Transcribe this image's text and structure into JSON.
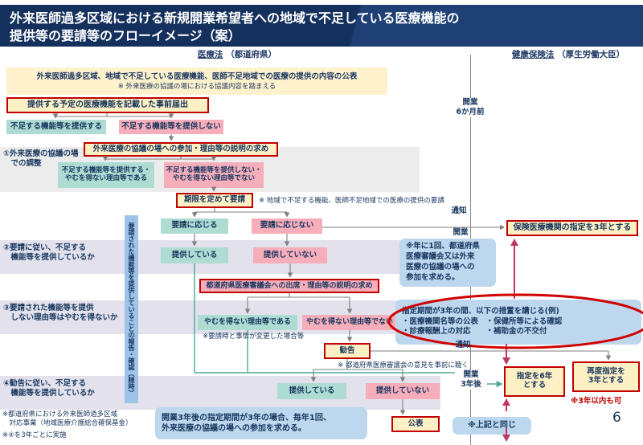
{
  "title": "外来医師過多区域における新規開業希望者への地域で不足している医療機能の\n提供等の要請等のフローイメージ（案）",
  "columns": {
    "left_law": "医療法",
    "left_authority": "（都道府県）",
    "right_law": "健康保険法",
    "right_authority": "（厚生労働大臣）"
  },
  "timeline": {
    "six_months_before": "開業\n6か月前",
    "notice1": "通知",
    "opening": "開業",
    "notice2": "通知",
    "three_years_after": "開業\n3年後"
  },
  "flow": {
    "publication": {
      "main": "外来医師過多区域、地域で不足している医療機能、医師不足地域での医療の提供の内容の公表",
      "note": "※ 外来医療の協議の場における協議内容を踏まえる"
    },
    "prior_notification": "提供する予定の医療機能を記載した事前届出",
    "provide_yes": "不足する機能等を提供する",
    "provide_no": "不足する機能等を提供しない",
    "participation_request": "外来医療の協議の場への参加・理由等の説明の求め",
    "section1": {
      "label": "①外来医療の協議の場\n　での調整",
      "yes": "不足する機能等を提供する・\nやむを得ない理由等である",
      "no": "不足する機能等を提供しない・\nやむを得ない理由等でない"
    },
    "deadline_request": {
      "label": "期限を定めて要請",
      "note": "※ 地域で不足する機能、医師不足地域での医療の提供の要請"
    },
    "accept_yes": "要請に応じる",
    "accept_no": "要請に応じない",
    "report_strip": "要請された機能等を提供していることの報告・確認（随時）",
    "section2": {
      "label": "②要請に従い、不足する\n　機能等を提供しているか",
      "yes": "提供している",
      "no": "提供していない"
    },
    "council_request": "都道府県医療審議会への出席・理由等の説明の求め",
    "section3": {
      "label": "③要請された機能等を提供\n　しない理由等はやむを得ないか",
      "yes": "やむを得ない理由等である",
      "yes_note": "※要請時と事情が変更した場合等",
      "no": "やむを得ない理由等でない"
    },
    "recommendation": {
      "label": "勧告",
      "note": "※ 都道府県医療審議会の意見を事前に聴く"
    },
    "section4": {
      "label": "④勧告に従い、不足する\n　機能等を提供しているか",
      "yes": "提供している",
      "no": "提供していない"
    },
    "publication2": "公表"
  },
  "right_side": {
    "designation3": "保険医療機関の指定を3年とする",
    "annual_bubble": "※年に1回、都道府県\n医療審議会又は外来\n医療の協議の場への\n参加を求める。",
    "measures_bubble": "指定期間が3年の間、以下の措置を講じる(例)\n・医療機関名等の公表　・保健所等による確認\n・診療報酬上の対応　　・補助金の不交付",
    "designation6": "指定を6年\nとする",
    "redesignation3": "再度指定を\n3年とする",
    "redesignation_note": "※3年以内も可",
    "same_as_above": "※上記と同じ"
  },
  "bottom": {
    "bubble": "開業3年後の指定期間が3年の場合、毎年1回、\n外来医療の協議の場への参加を求める。",
    "note1": "※都道府県における外来医師過多区域\n　対応事業（地域医療介護総合確保基金）",
    "note2": "※④を3年ごとに実施"
  },
  "page_number": "6",
  "colors": {
    "title_bg": "#14305c",
    "accent_red": "#c00000",
    "teal": "#aedcd3",
    "pink": "#f6aebb",
    "yellow": "#fdf0c5",
    "navy_text": "#17365d",
    "blue_bubble": "#bdd7ee",
    "blue_strip": "#9dc3e6",
    "crimson_arrow": "#c0385f",
    "gray_band": "#e2e1ec"
  }
}
